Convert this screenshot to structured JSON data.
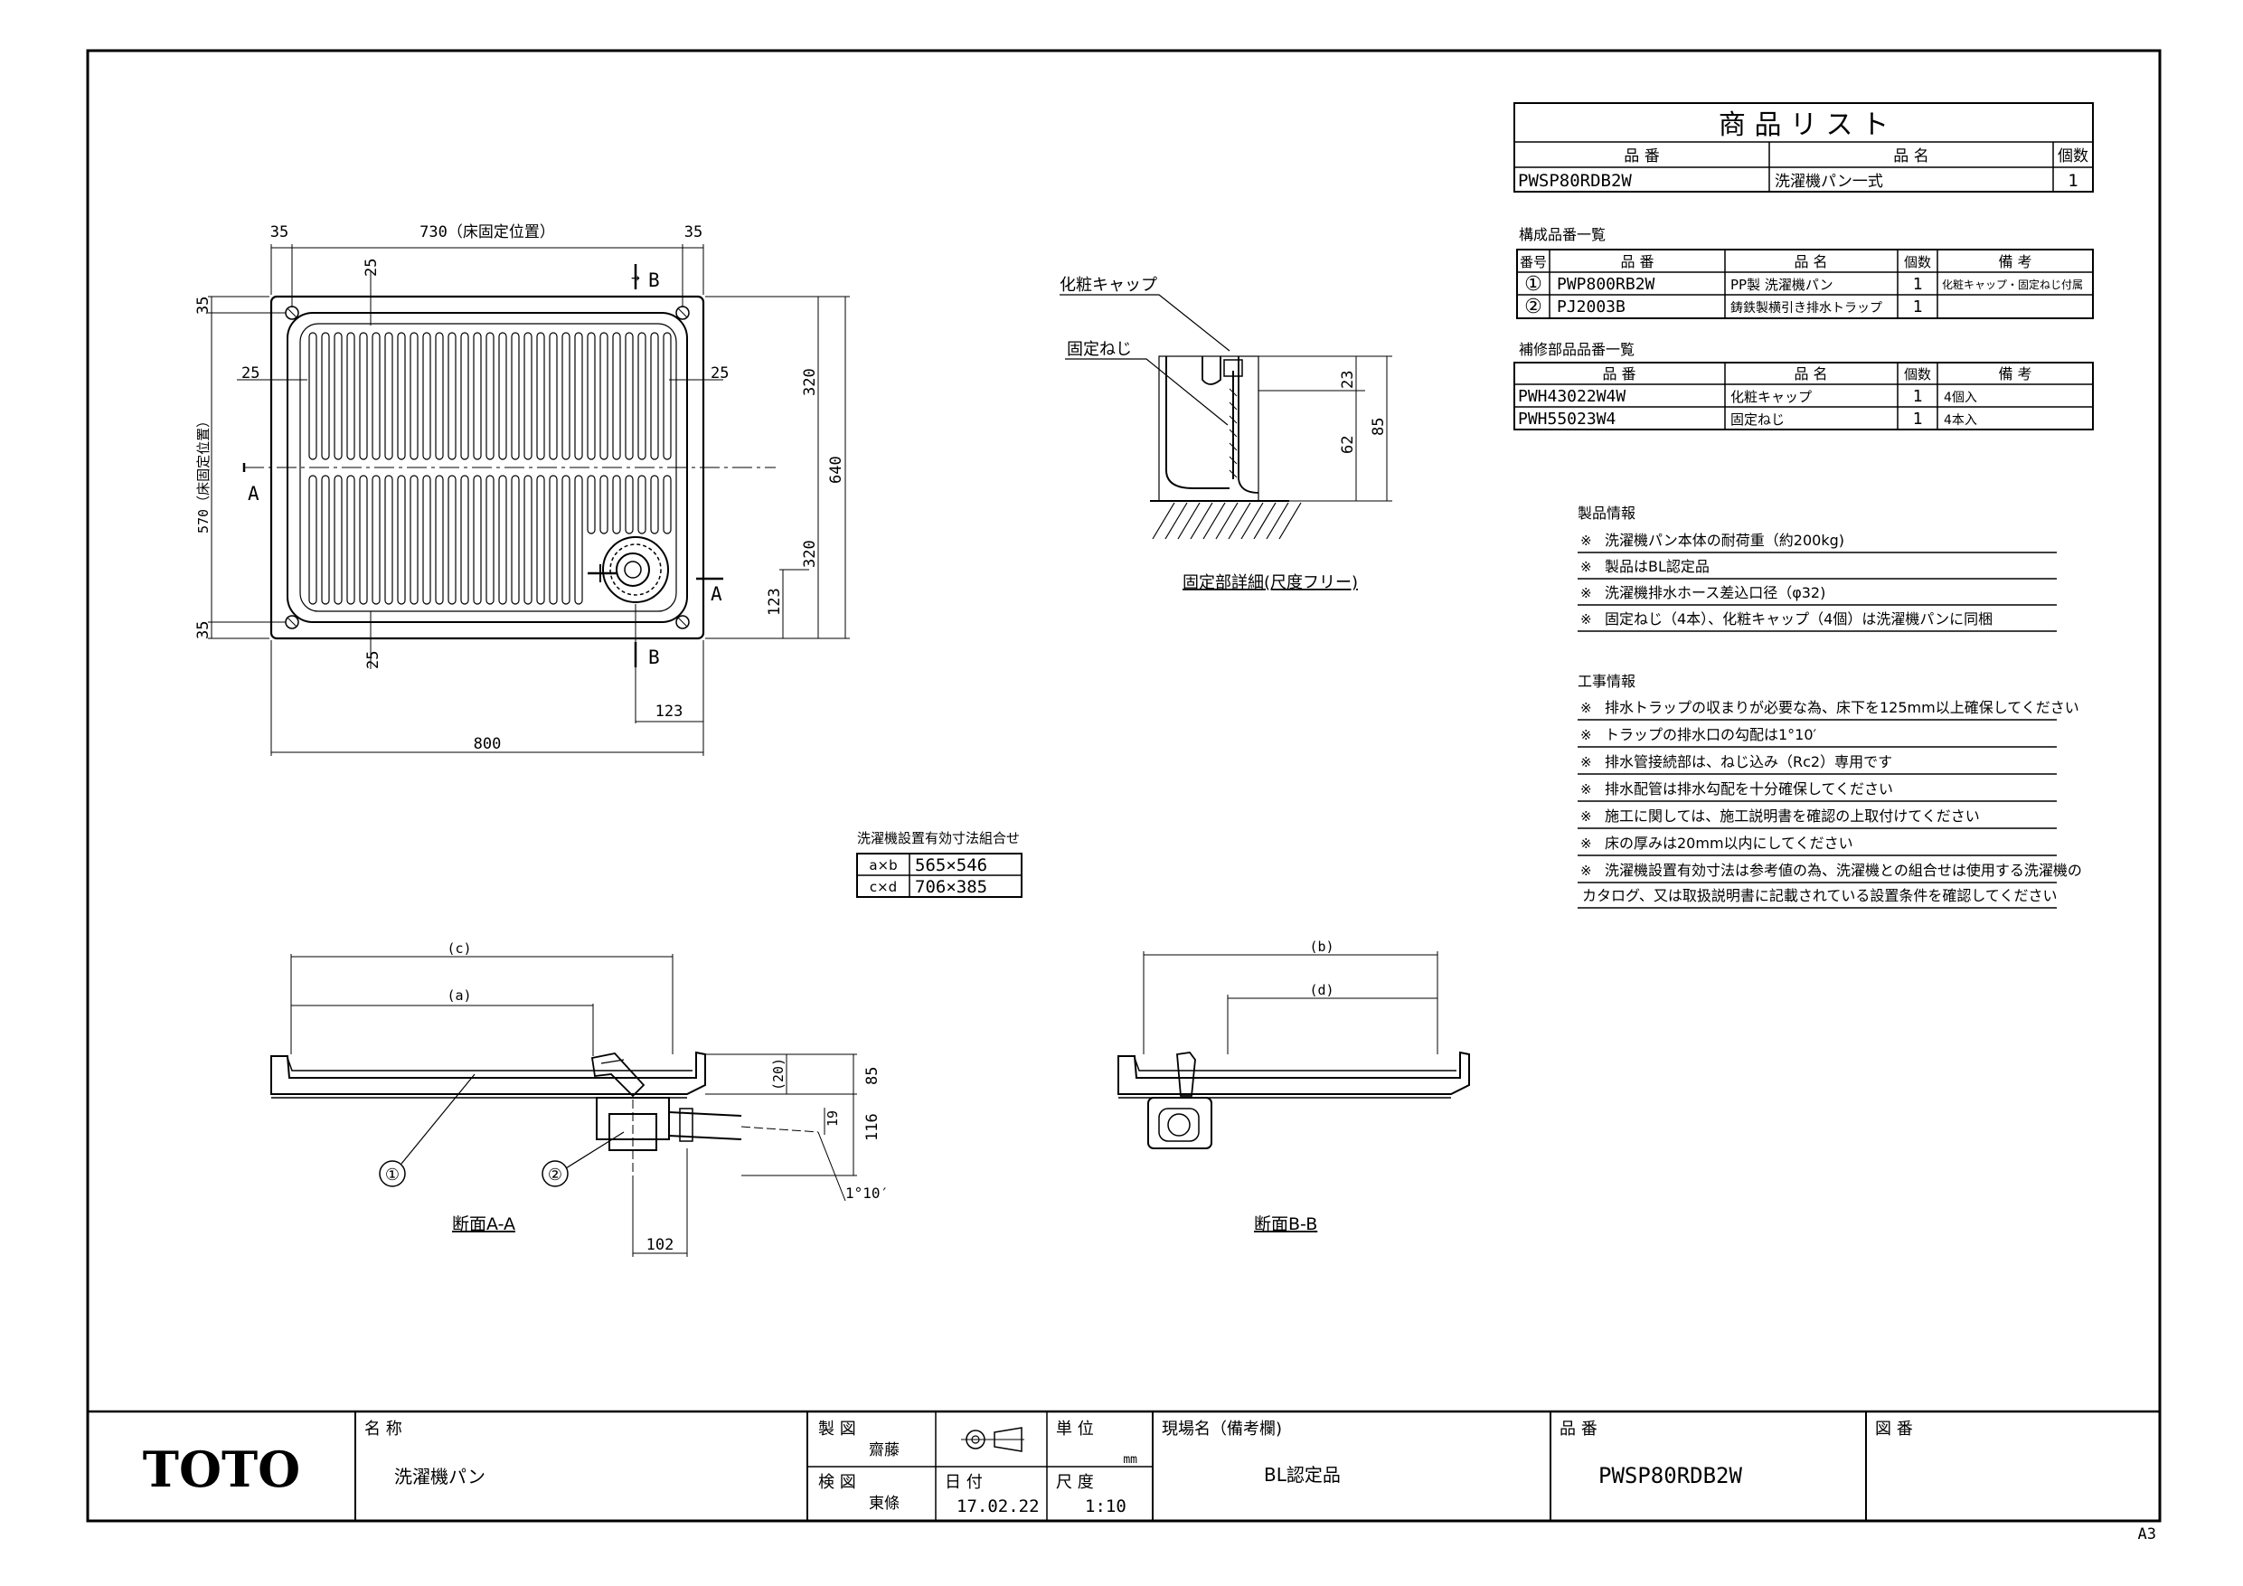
{
  "sheet_size": "A3",
  "product_list": {
    "title": "商 品 リ ス ト",
    "headers": [
      "品 番",
      "品 名",
      "個数"
    ],
    "rows": [
      [
        "PWSP80RDB2W",
        "洗濯機パン一式",
        "1"
      ]
    ]
  },
  "components": {
    "title": "構成品番一覧",
    "headers": [
      "番号",
      "品 番",
      "品 名",
      "個数",
      "備 考"
    ],
    "rows": [
      [
        "①",
        "PWP800RB2W",
        "PP製 洗濯機パン",
        "1",
        "化粧キャップ・固定ねじ付属"
      ],
      [
        "②",
        "PJ2003B",
        "鋳鉄製横引き排水トラップ",
        "1",
        ""
      ]
    ]
  },
  "repair_parts": {
    "title": "補修部品品番一覧",
    "headers": [
      "品 番",
      "品 名",
      "個数",
      "備 考"
    ],
    "rows": [
      [
        "PWH43022W4W",
        "化粧キャップ",
        "1",
        "4個入"
      ],
      [
        "PWH55023W4",
        "固定ねじ",
        "1",
        "4本入"
      ]
    ]
  },
  "product_info": {
    "title": "製品情報",
    "items": [
      "洗濯機パン本体の耐荷重（約200kg)",
      "製品はBL認定品",
      "洗濯機排水ホース差込口径（φ32)",
      "固定ねじ（4本）、化粧キャップ（4個）は洗濯機パンに同梱"
    ]
  },
  "construction_info": {
    "title": "工事情報",
    "items": [
      "排水トラップの収まりが必要な為、床下を125mm以上確保してください",
      "トラップの排水口の勾配は1°10′",
      "排水管接続部は、ねじ込み（Rc2）専用です",
      "排水配管は排水勾配を十分確保してください",
      "施工に関しては、施工説明書を確認の上取付けてください",
      "床の厚みは20mm以内にしてください",
      "洗濯機設置有効寸法は参考値の為、洗濯機との組合せは使用する洗濯機の",
      "カタログ、又は取扱説明書に記載されている設置条件を確認してください"
    ]
  },
  "effective_dims": {
    "title": "洗濯機設置有効寸法組合せ",
    "rows": [
      [
        "a×b",
        "565×546"
      ],
      [
        "c×d",
        "706×385"
      ]
    ]
  },
  "plan_view": {
    "dims": {
      "d35a": "35",
      "d730": "730（床固定位置）",
      "d35b": "35",
      "d25top": "25",
      "d25left": "25",
      "d25right": "25",
      "d25bot": "25",
      "d320a": "320",
      "d320b": "320",
      "d640": "640",
      "d570": "570（床固定位置）",
      "d35l1": "35",
      "d35l2": "35",
      "d123v": "123",
      "d123h": "123",
      "d800": "800"
    },
    "markers": {
      "A": "A",
      "B": "B"
    }
  },
  "fix_detail": {
    "cap_label": "化粧キャップ",
    "screw_label": "固定ねじ",
    "dims": {
      "d23": "23",
      "d62": "62",
      "d85": "85"
    },
    "caption": "固定部詳細(尺度フリー)"
  },
  "section_aa": {
    "caption": "断面A-A",
    "dims": {
      "c": "(c)",
      "a": "(a)",
      "d20": "(20)",
      "d85": "85",
      "d19": "19",
      "d116": "116",
      "slope": "1°10′",
      "d102": "102"
    },
    "callouts": [
      "①",
      "②"
    ]
  },
  "section_bb": {
    "caption": "断面B-B",
    "dims": {
      "b": "(b)",
      "d": "(d)"
    }
  },
  "title_block": {
    "logo": "TOTO",
    "name_label": "名 称",
    "name_value": "洗濯機パン",
    "drawn_label": "製 図",
    "drawn_by": "齋藤",
    "checked_label": "検 図",
    "checked_by": "東條",
    "unit_label": "単 位",
    "unit_value": "mm",
    "date_label": "日 付",
    "date_value": "17.02.22",
    "scale_label": "尺 度",
    "scale_value": "1:10",
    "site_label": "現場名（備考欄)",
    "site_value": "BL認定品",
    "part_no_label": "品 番",
    "part_no_value": "PWSP80RDB2W",
    "drawing_no_label": "図 番"
  }
}
